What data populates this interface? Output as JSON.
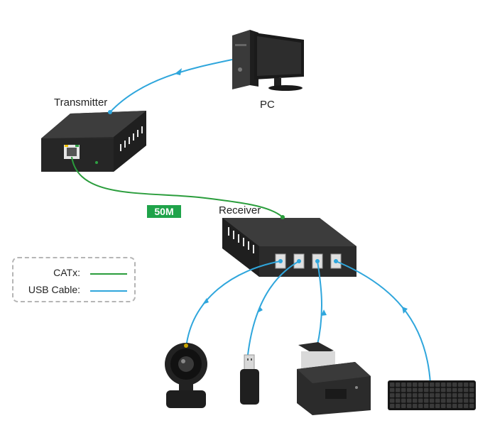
{
  "labels": {
    "transmitter": "Transmitter",
    "pc": "PC",
    "receiver": "Receiver",
    "distance": "50M"
  },
  "legend": {
    "catx": "CATx:",
    "usb": "USB  Cable:"
  },
  "colors": {
    "catx_line": "#2a9d3c",
    "usb_line": "#2fa6dc",
    "badge": "#1fa34a",
    "device_body": "#2b2b2b"
  },
  "devices": [
    "pc",
    "transmitter",
    "receiver",
    "webcam",
    "usb-flash-drive",
    "receipt-printer",
    "keyboard"
  ]
}
